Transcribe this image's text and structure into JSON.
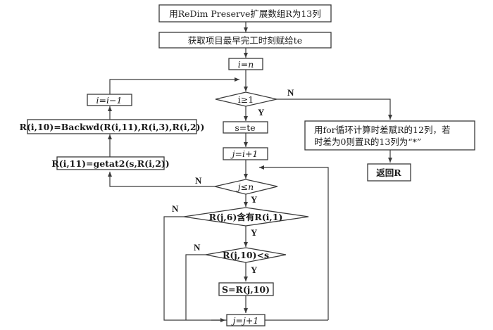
{
  "flowchart": {
    "nodes": {
      "redim": {
        "type": "process",
        "text": "用ReDim Preserve扩展数组R为13列"
      },
      "get_te": {
        "type": "process",
        "text": "获取项目最早完工时刻赋给te"
      },
      "init_i": {
        "type": "process",
        "text": "i=n"
      },
      "cond_i": {
        "type": "decision",
        "text": "i≥1"
      },
      "set_s": {
        "type": "process",
        "text": "s=te"
      },
      "init_j": {
        "type": "process",
        "text": "j=i+1"
      },
      "cond_j": {
        "type": "decision",
        "text": "j≤n"
      },
      "cond_contains": {
        "type": "decision",
        "text": "R(j,6)含有R(i,1)"
      },
      "cond_less": {
        "type": "decision",
        "text": "R(j,10)<s"
      },
      "assign_s": {
        "type": "process",
        "text": "S=R(j,10)"
      },
      "inc_j": {
        "type": "process",
        "text": "j=j+1"
      },
      "getat2": {
        "type": "process",
        "text": "R(i,11)=getat2(s,R(i,2))"
      },
      "backwd": {
        "type": "process",
        "text": "R(i,10)=Backwd(R(i,11),R(i,3),R(i,2))"
      },
      "dec_i": {
        "type": "process",
        "text": "i=i−1"
      },
      "for_loop": {
        "type": "process",
        "text_line1": "用for循环计算时差赋R的12列，若",
        "text_line2": "时差为0则置R的13列为“*”"
      },
      "return_r": {
        "type": "terminal",
        "text": "返回R"
      }
    },
    "edge_labels": {
      "cond_i_no": "N",
      "cond_i_yes": "Y",
      "cond_j_no": "N",
      "cond_j_yes": "Y",
      "cond_contains_no": "N",
      "cond_contains_yes": "Y",
      "cond_less_no": "N",
      "cond_less_yes": "Y"
    }
  }
}
